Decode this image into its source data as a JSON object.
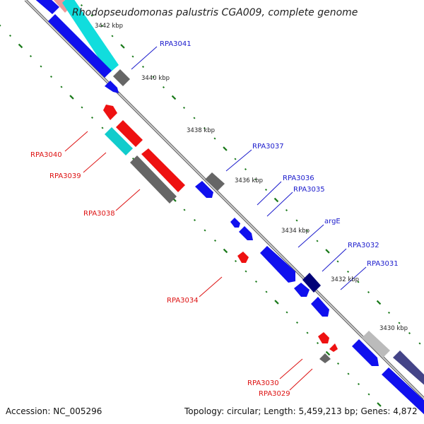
{
  "title": "Rhodopseudomonas palustris CGA009, complete genome",
  "accession": "Accession: NC_005296",
  "summary": "Topology: circular; Length: 5,459,213 bp; Genes: 4,872",
  "colors": {
    "forward_label": "#1a1acc",
    "reverse_label": "#dd1111",
    "cds_blue": "#1010ee",
    "cds_red": "#ee1111",
    "cds_gray": "#777777",
    "cds_cyan": "#11dddd",
    "cds_navy": "#000077",
    "cds_slate": "#444488",
    "cds_silver": "#bbbbbb",
    "cds_pink": "#ee9999",
    "backbone": "#777777",
    "gc_marks": "#1a7a1a"
  },
  "kbp_markers": [
    "3442 kbp",
    "3440 kbp",
    "3438 kbp",
    "3436 kbp",
    "3434 kbp",
    "3432 kbp",
    "3430 kbp"
  ],
  "forward_genes": [
    "RPA3041",
    "RPA3037",
    "RPA3036",
    "RPA3035",
    "argE",
    "RPA3032",
    "RPA3031"
  ],
  "reverse_genes": [
    "RPA3040",
    "RPA3039",
    "RPA3038",
    "RPA3034",
    "RPA3030",
    "RPA3029"
  ]
}
